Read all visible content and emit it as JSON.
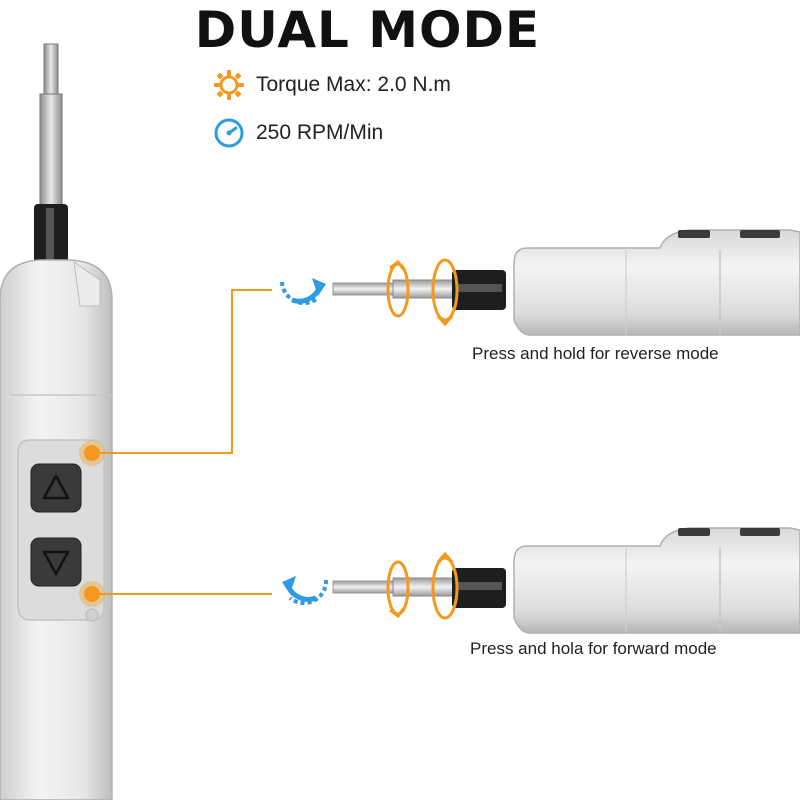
{
  "title": "DUAL MODE",
  "specs": {
    "torque": {
      "icon": "gear-icon",
      "text": "Torque Max: 2.0 N.m"
    },
    "speed": {
      "icon": "speedometer-icon",
      "text": "250 RPM/Min"
    }
  },
  "modes": {
    "reverse": {
      "caption": "Press and hold for reverse mode",
      "icon": "counterclockwise-arrow-icon"
    },
    "forward": {
      "caption": "Press and hola for forward mode",
      "icon": "clockwise-arrow-icon"
    }
  },
  "colors": {
    "accent": "#F39A1E",
    "arrow_blue": "#2F9BE0",
    "body": "#E9E9E9",
    "button": "#3A3A3A"
  }
}
